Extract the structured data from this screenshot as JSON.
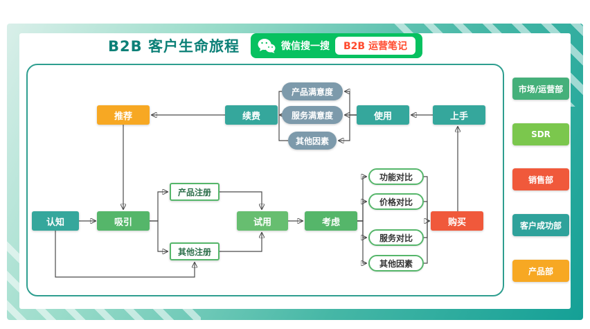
{
  "header": {
    "title": "B2B 客户生命旅程",
    "wechat_search_label": "微信搜一搜",
    "wechat_account": "B2B 运营笔记"
  },
  "flow": {
    "awareness": "认知",
    "attract": "吸引",
    "product_register": "产品注册",
    "other_register": "其他注册",
    "trial": "试用",
    "consider": "考虑",
    "compare_feature": "功能对比",
    "compare_price": "价格对比",
    "compare_service": "服务对比",
    "compare_other": "其他因素",
    "purchase": "购买",
    "onboard": "上手",
    "usage": "使用",
    "sat_product": "产品满意度",
    "sat_service": "服务满意度",
    "sat_other": "其他因素",
    "renewal": "续费",
    "referral": "推荐"
  },
  "departments": [
    {
      "label": "市场/运营部",
      "color": "#45B07A"
    },
    {
      "label": "SDR",
      "color": "#7BC74D"
    },
    {
      "label": "销售部",
      "color": "#F0593B"
    },
    {
      "label": "客户成功部",
      "color": "#2FA29B"
    },
    {
      "label": "产品部",
      "color": "#F7A823"
    }
  ],
  "edges": [
    [
      "awareness",
      "attract"
    ],
    [
      "attract",
      "product_register"
    ],
    [
      "attract",
      "other_register"
    ],
    [
      "product_register",
      "trial"
    ],
    [
      "other_register",
      "trial"
    ],
    [
      "trial",
      "consider"
    ],
    [
      "consider",
      "compare_feature"
    ],
    [
      "consider",
      "compare_price"
    ],
    [
      "consider",
      "compare_service"
    ],
    [
      "consider",
      "compare_other"
    ],
    [
      "compare_feature",
      "purchase"
    ],
    [
      "compare_price",
      "purchase"
    ],
    [
      "compare_service",
      "purchase"
    ],
    [
      "compare_other",
      "purchase"
    ],
    [
      "purchase",
      "onboard"
    ],
    [
      "onboard",
      "usage"
    ],
    [
      "usage",
      "sat_product"
    ],
    [
      "usage",
      "sat_service"
    ],
    [
      "usage",
      "sat_other"
    ],
    [
      "sat_product",
      "renewal"
    ],
    [
      "sat_service",
      "renewal"
    ],
    [
      "sat_other",
      "renewal"
    ],
    [
      "renewal",
      "referral"
    ],
    [
      "referral",
      "attract"
    ],
    [
      "awareness",
      "other_register"
    ]
  ],
  "colors": {
    "title": "#0C8077",
    "wechat_green": "#07C160",
    "account_text": "#FF4A2D",
    "teal_node": "#35A79C",
    "green_node": "#55B66A",
    "orange_node": "#F7A823",
    "red_node": "#F0593B",
    "slate_pill": "#7D9AAB",
    "canvas_border": "#2E9E8F"
  }
}
